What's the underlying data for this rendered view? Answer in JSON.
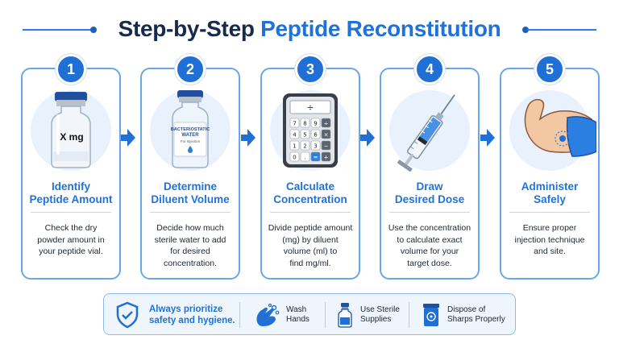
{
  "title": {
    "part1": "Step-by-Step",
    "part2": "Peptide Reconstitution"
  },
  "steps": [
    {
      "number": "1",
      "heading_line1": "Identify",
      "heading_line2": "Peptide Amount",
      "desc": [
        "Check the dry",
        "powder amount in",
        "your peptide vial."
      ],
      "vial_label": "X mg"
    },
    {
      "number": "2",
      "heading_line1": "Determine",
      "heading_line2": "Diluent Volume",
      "desc": [
        "Decide how much",
        "sterile water to add",
        "for desired",
        "concentration."
      ],
      "label_line1": "BACTERIOSTATIC",
      "label_line2": "WATER",
      "label_line3": "For Injection"
    },
    {
      "number": "3",
      "heading_line1": "Calculate",
      "heading_line2": "Concentration",
      "desc": [
        "Divide peptide amount",
        "(mg) by diluent",
        "volume (ml) to",
        "find mg/ml."
      ],
      "display_symbol": "÷",
      "keys": [
        "7",
        "8",
        "9",
        "÷",
        "4",
        "5",
        "6",
        "×",
        "1",
        "2",
        "3",
        "−",
        "0",
        ".",
        "=",
        "+"
      ]
    },
    {
      "number": "4",
      "heading_line1": "Draw",
      "heading_line2": "Desired Dose",
      "desc": [
        "Use the concentration",
        "to calculate exact",
        "volume for your",
        "target dose."
      ]
    },
    {
      "number": "5",
      "heading_line1": "Administer",
      "heading_line2": "Safely",
      "desc": [
        "Ensure proper",
        "injection technique",
        "and site."
      ]
    }
  ],
  "footer": {
    "safety_line1": "Always prioritize",
    "safety_line2": "safety and hygiene.",
    "wash_line1": "Wash",
    "wash_line2": "Hands",
    "sterile_line1": "Use Sterile",
    "sterile_line2": "Supplies",
    "dispose_line1": "Dispose of",
    "dispose_line2": "Sharps Properly"
  },
  "colors": {
    "accent": "#1f73d6",
    "navy": "#162a4a",
    "card_border": "#6aa6ea",
    "light_bg": "#e8f1fc"
  }
}
